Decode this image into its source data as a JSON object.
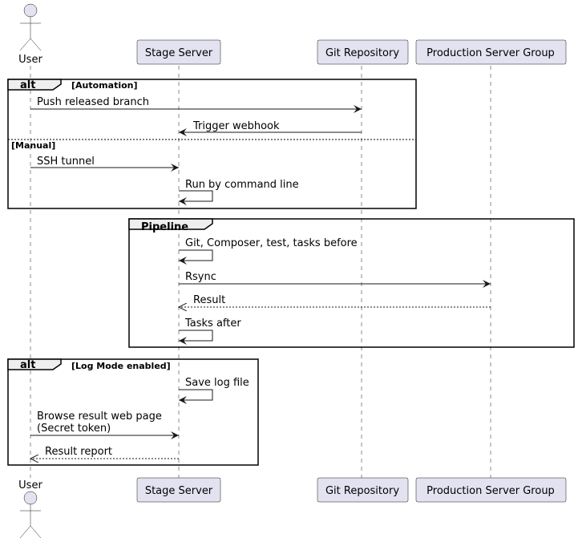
{
  "participants": {
    "user": "User",
    "stage": "Stage Server",
    "git": "Git Repository",
    "prod": "Production Server Group"
  },
  "fragments": {
    "alt1": {
      "keyword": "alt",
      "guard": "[Automation]",
      "else_guard": "[Manual]"
    },
    "pipeline": {
      "keyword": "Pipeline"
    },
    "alt2": {
      "keyword": "alt",
      "guard": "[Log Mode enabled]"
    }
  },
  "messages": {
    "m1": "Push released branch",
    "m2": "Trigger webhook",
    "m3": "SSH tunnel",
    "m4": "Run by command line",
    "m5": "Git, Composer, test, tasks before",
    "m6": "Rsync",
    "m7": "Result",
    "m8": "Tasks after",
    "m9": "Save log file",
    "m10_line1": "Browse result web page",
    "m10_line2": "(Secret token)",
    "m11": "Result report"
  }
}
